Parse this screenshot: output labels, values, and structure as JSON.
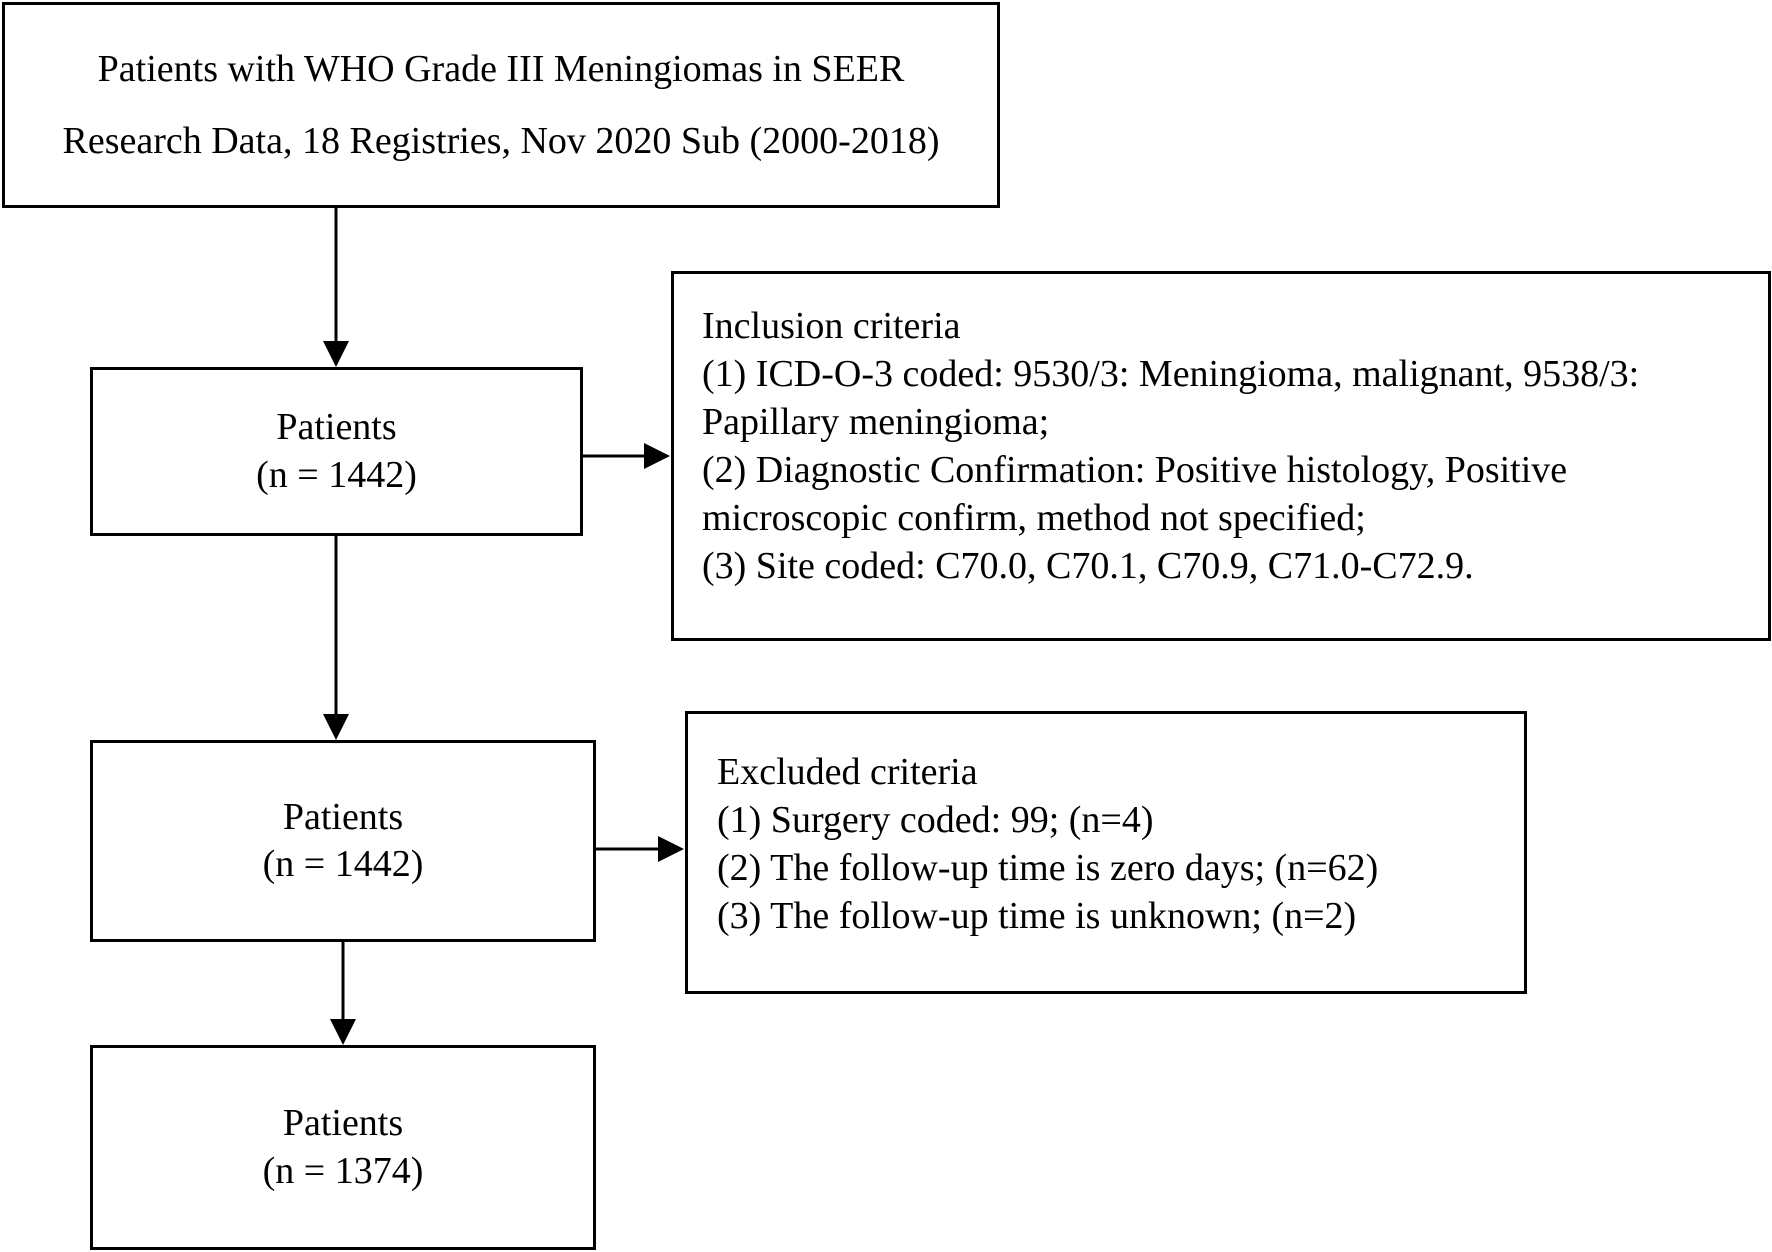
{
  "source_box": {
    "line1": "Patients with WHO Grade III Meningiomas in SEER",
    "line2": "Research Data, 18 Registries, Nov 2020 Sub (2000-2018)"
  },
  "step1": {
    "label": "Patients",
    "count": "(n = 1442)"
  },
  "inclusion": {
    "title": "Inclusion criteria",
    "lines": [
      "(1) ICD-O-3 coded: 9530/3: Meningioma, malignant, 9538/3:",
      "Papillary meningioma;",
      "(2) Diagnostic Confirmation: Positive histology, Positive",
      "microscopic confirm, method not specified;",
      "(3) Site coded: C70.0, C70.1, C70.9, C71.0-C72.9."
    ]
  },
  "step2": {
    "label": "Patients",
    "count": "(n = 1442)"
  },
  "exclusion": {
    "title": "Excluded criteria",
    "lines": [
      "(1) Surgery coded: 99; (n=4)",
      "(2) The follow-up time is zero days; (n=62)",
      "(3) The follow-up time is unknown; (n=2)"
    ]
  },
  "step3": {
    "label": "Patients",
    "count": "(n = 1374)"
  }
}
